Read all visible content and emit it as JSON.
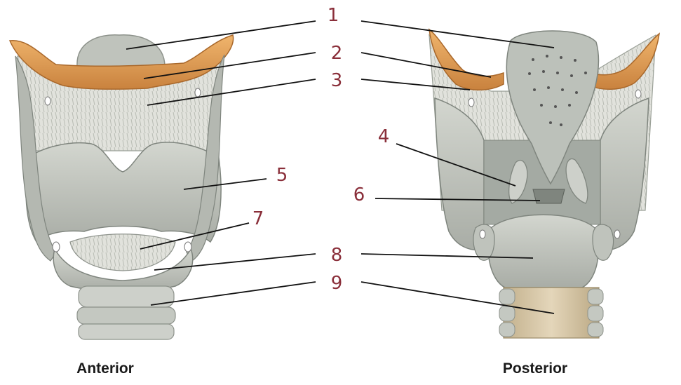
{
  "views": [
    {
      "id": "anterior",
      "caption": "Anterior"
    },
    {
      "id": "posterior",
      "caption": "Posterior"
    }
  ],
  "labels": [
    "1",
    "2",
    "3",
    "4",
    "5",
    "6",
    "7",
    "8",
    "9"
  ],
  "colors": {
    "cartilage": "#c9ccc4",
    "cartilage_shade": "#9aa09a",
    "membrane": "#dedfd8",
    "hyoid_bone": "#e2a25a",
    "hyoid_edge": "#b8742e",
    "trachea": "#d9c8a8",
    "number_color": "#8a2f3a"
  }
}
